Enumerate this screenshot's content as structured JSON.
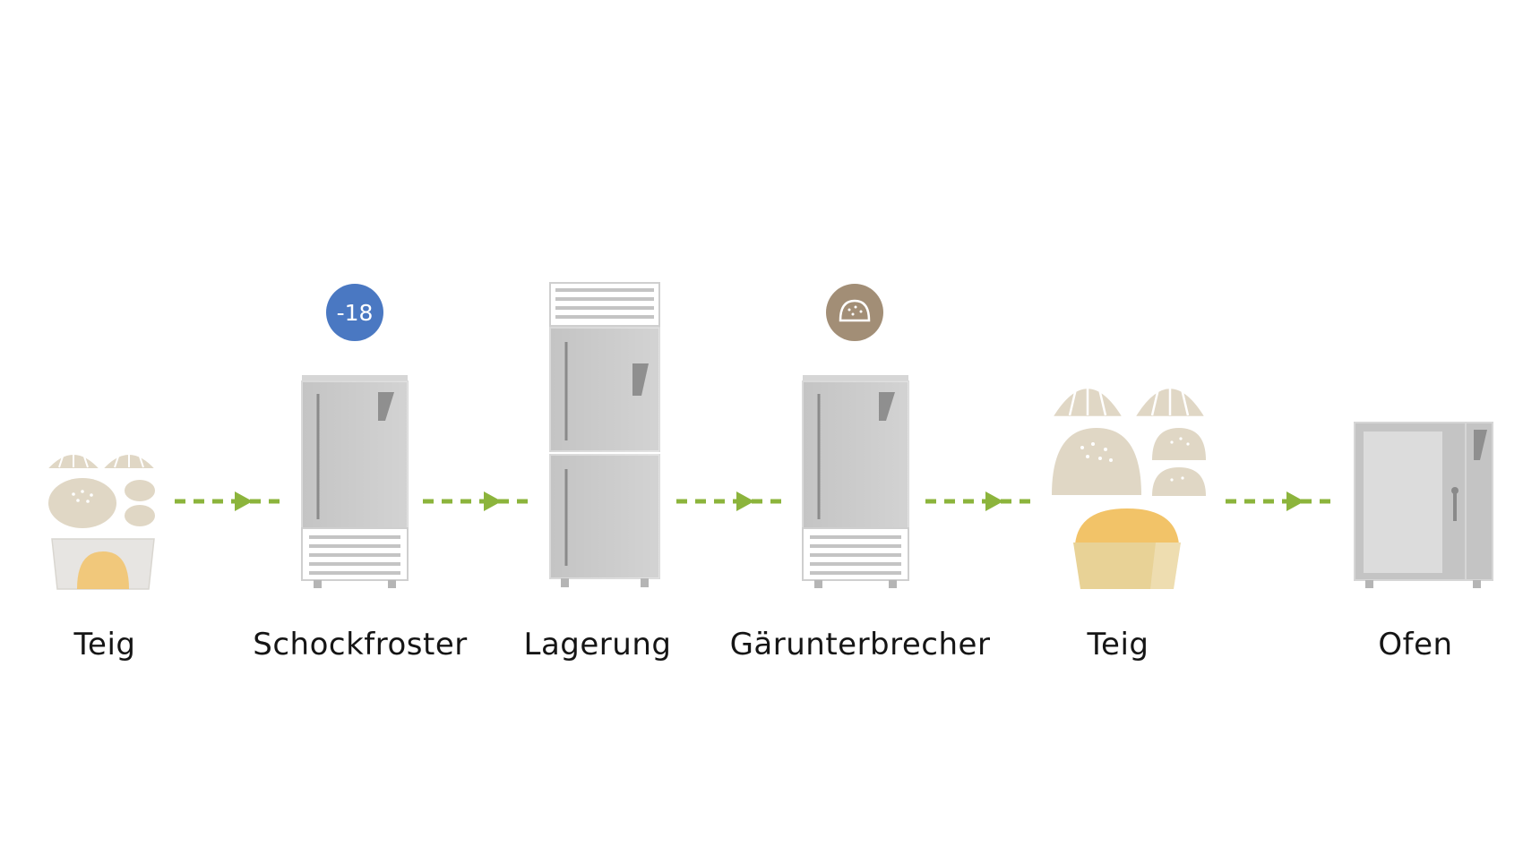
{
  "steps": [
    {
      "label": "Teig"
    },
    {
      "label": "Schockfroster"
    },
    {
      "label": "Lagerung"
    },
    {
      "label": "Gärunterbrecher"
    },
    {
      "label": "Teig"
    },
    {
      "label": "Ofen"
    }
  ],
  "freezer_badge": {
    "text": "-18",
    "color": "#4a78c2"
  },
  "proofing_badge": {
    "icon": "bread-roll-icon",
    "color": "#a28e76"
  },
  "colors": {
    "arrow": "#8cb43c",
    "appliance": "#c4c4c4",
    "appliance_dark": "#a7a7a7",
    "dough": "#e0d7c5",
    "dough_filling": "#f2c368",
    "bucket": "#e7e5e2"
  }
}
